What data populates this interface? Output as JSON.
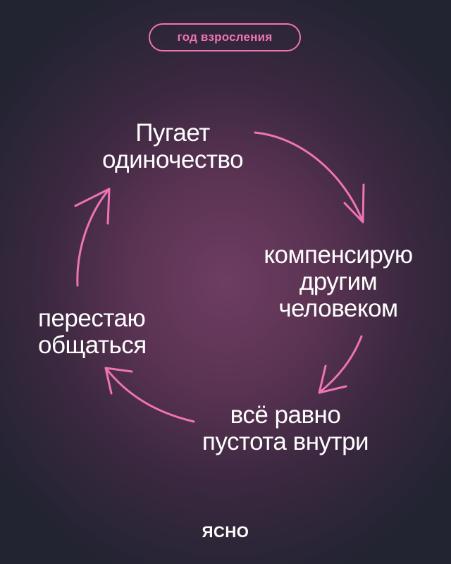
{
  "header": {
    "tag": "год взросления"
  },
  "diagram": {
    "nodes": {
      "top": [
        "Пугает",
        "одиночество"
      ],
      "right": [
        "компенсирую",
        "другим",
        "человеком"
      ],
      "bottom": [
        "всё равно",
        "пустота внутри"
      ],
      "left": [
        "перестаю",
        "общаться"
      ]
    },
    "arrow_color": "#ee74b4"
  },
  "footer": {
    "logo": "ЯСНО"
  },
  "colors": {
    "accent": "#ee74b4",
    "text": "#ffffff",
    "background_center": "#6e3d62",
    "background_edge": "#232432"
  }
}
